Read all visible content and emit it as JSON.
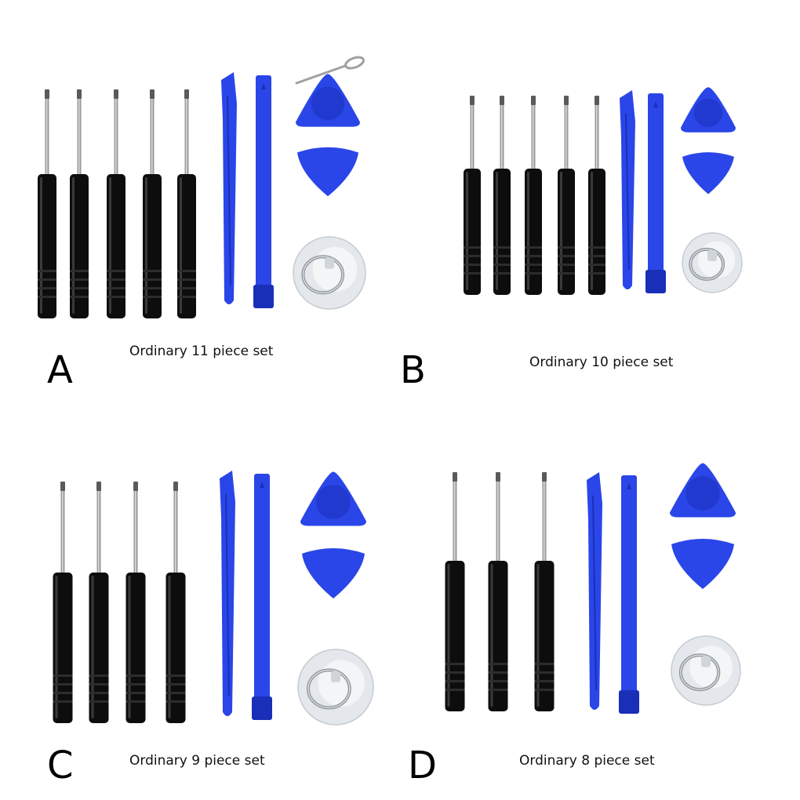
{
  "sets": [
    {
      "letter": "A",
      "caption": "Ordinary 11 piece set",
      "screwdrivers": 5,
      "pry_bars": 2,
      "picks": 2,
      "suction_cups": 1,
      "sim_pins": 1
    },
    {
      "letter": "B",
      "caption": "Ordinary 10 piece set",
      "screwdrivers": 5,
      "pry_bars": 2,
      "picks": 2,
      "suction_cups": 1,
      "sim_pins": 0
    },
    {
      "letter": "C",
      "caption": "Ordinary 9 piece set",
      "screwdrivers": 4,
      "pry_bars": 2,
      "picks": 2,
      "suction_cups": 1,
      "sim_pins": 0
    },
    {
      "letter": "D",
      "caption": "Ordinary 8 piece set",
      "screwdrivers": 3,
      "pry_bars": 2,
      "picks": 2,
      "suction_cups": 1,
      "sim_pins": 0
    }
  ],
  "colors": {
    "handle": "#0d0d0d",
    "plastic": "#2a46e8",
    "plastic_dark": "#1a2fb8",
    "shaft": "#9a9a9a",
    "cup": "#e4e8ec"
  }
}
